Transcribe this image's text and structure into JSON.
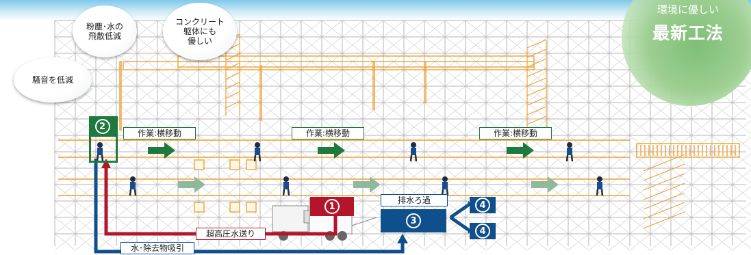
{
  "badge": {
    "line1": "環境に優しい",
    "line2": "最新工法"
  },
  "bubbles": {
    "dust": "粉塵･水の\n飛散低減",
    "concrete": "コンクリート\n躯体にも\n優しい",
    "noise": "騒音を低減"
  },
  "labels": {
    "work1": "作業:横移動",
    "work2": "作業:横移動",
    "work3": "作業:横移動",
    "drain": "排水ろ過",
    "high_pressure": "超高圧水送り",
    "suction": "水･除去物吸引"
  },
  "numbers": {
    "n1": "1",
    "n2": "2",
    "n3": "3",
    "n4a": "4",
    "n4b": "4"
  },
  "colors": {
    "green": "#1e7a3c",
    "red": "#b5152b",
    "blue": "#0f4f8c",
    "scaffold": "#a9a9a9",
    "orange": "#f0a030",
    "light_green_arrow": "#8fb99a"
  }
}
